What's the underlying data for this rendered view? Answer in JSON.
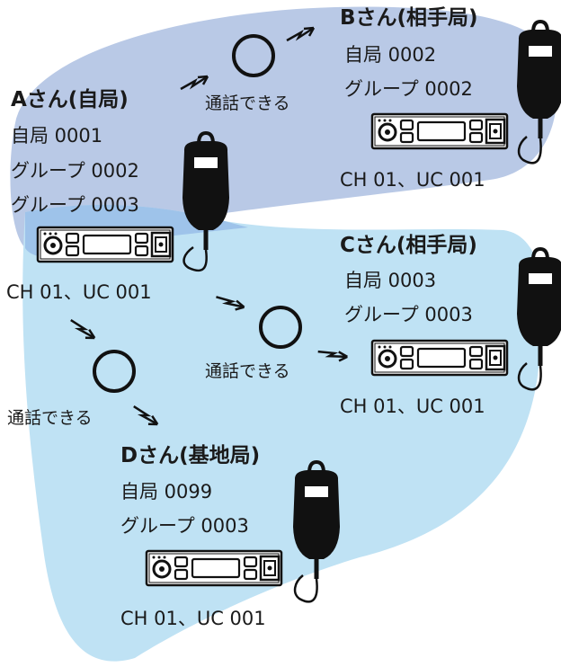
{
  "stations": {
    "a": {
      "title": "Aさん(自局)",
      "self_id": "自局 0001",
      "groups": [
        "グループ 0002",
        "グループ 0003"
      ],
      "channel": "CH 01、UC 001"
    },
    "b": {
      "title": "Bさん(相手局)",
      "self_id": "自局 0002",
      "groups": [
        "グループ 0002"
      ],
      "channel": "CH 01、UC 001"
    },
    "c": {
      "title": "Cさん(相手局)",
      "self_id": "自局 0003",
      "groups": [
        "グループ 0003"
      ],
      "channel": "CH 01、UC 001"
    },
    "d": {
      "title": "Dさん(基地局)",
      "self_id": "自局 0099",
      "groups": [
        "グループ 0003"
      ],
      "channel": "CH 01、UC 001"
    }
  },
  "links": {
    "ab": "通話できる",
    "ac": "通話できる",
    "ad": "通話できる"
  },
  "colors": {
    "group_0002_area": "#b9c9e6",
    "group_0003_area": "#bfe2f4",
    "overlap_area": "#9ec3ea",
    "device": "#111111"
  }
}
